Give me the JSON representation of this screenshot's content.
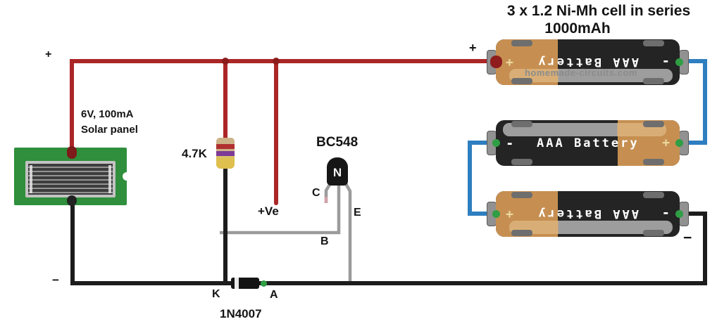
{
  "title": {
    "line1": "3 x 1.2 Ni-Mh cell in series",
    "line2": "1000mAh"
  },
  "watermark": "homemade-circuits.com",
  "solar": {
    "polarity_plus": "+",
    "polarity_minus": "−",
    "spec": "6V, 100mA",
    "name": "Solar panel"
  },
  "resistor": {
    "value": "4.7K"
  },
  "transistor": {
    "name": "BC548",
    "logo": "N",
    "collector": "C",
    "base": "B",
    "emitter": "E"
  },
  "supply": {
    "vplus_label": "+Ve"
  },
  "diode": {
    "name": "1N4007",
    "cathode": "K",
    "anode": "A"
  },
  "battery_pack": {
    "output_plus": "+",
    "output_minus": "−"
  },
  "batteries": [
    {
      "label": "AAA Battery",
      "minus": "-",
      "plus": "+"
    },
    {
      "label": "AAA Battery",
      "minus": "-",
      "plus": "+"
    },
    {
      "label": "AAA Battery",
      "minus": "-",
      "plus": "+"
    }
  ],
  "colors": {
    "wire_red": "#ab2626",
    "wire_black": "#1c1c1c",
    "wire_blue": "#2e7ec0",
    "wire_gray": "#9b9b9b",
    "pcb_green": "#2f8f3c",
    "battery_tan": "#c68f51",
    "battery_black": "#242424",
    "terminal_dot_green": "#2f9e44",
    "resistor_band_red": "#b03030",
    "resistor_band_violet": "#7d3a96",
    "resistor_gold": "#dfbf4e"
  }
}
